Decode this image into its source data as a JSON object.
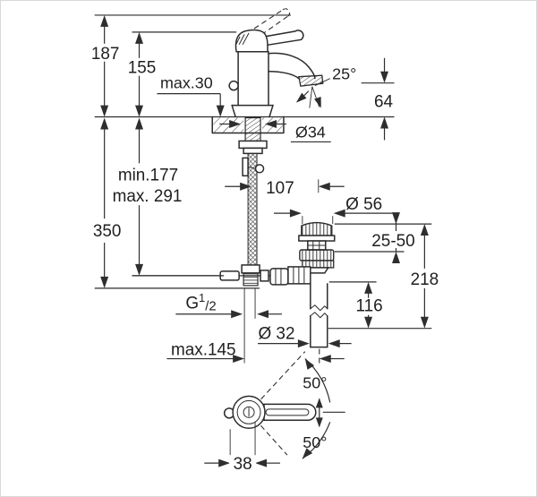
{
  "drawing": {
    "kind": "faucet-installation-dimension-diagram",
    "colors": {
      "line": "#2b2b2b",
      "background": "#ffffff",
      "border": "#d9d9d9"
    }
  },
  "dimensions": {
    "total_height_raised": "187",
    "lever_height": "155",
    "max_mounting_thickness": "max.30",
    "spout_angle": "25°",
    "outlet_height": "64",
    "body_diameter": "Ø34",
    "supply_min": "min.177",
    "supply_max": "max. 291",
    "overall_height": "350",
    "center_to_drain": "107",
    "waste_flange_diameter": "Ø 56",
    "clamping_range": "25-50",
    "waste_height": "218",
    "tailpipe_length": "116",
    "thread_g": "G",
    "thread_sup": "1",
    "thread_sub": "/2",
    "max_reach": "max.145",
    "tailpipe_diameter": "Ø 32",
    "swivel_upper": "50°",
    "swivel_lower": "50°",
    "handle_width": "38"
  }
}
